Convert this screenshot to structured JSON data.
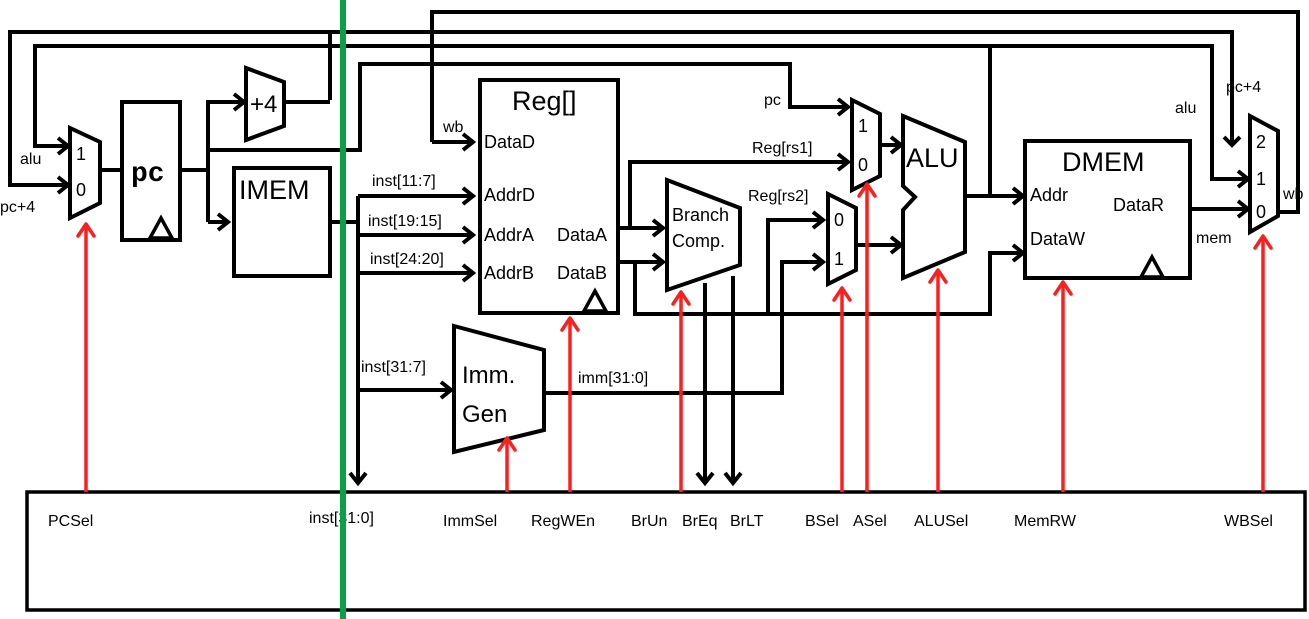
{
  "blocks": {
    "pc": "pc",
    "imem": "IMEM",
    "plus4": "+4",
    "regfile": "Reg[]",
    "alu": "ALU",
    "dmem": "DMEM",
    "branch_line1": "Branch",
    "branch_line2": "Comp.",
    "immgen_line1": "Imm.",
    "immgen_line2": "Gen"
  },
  "ports": {
    "dataD": "DataD",
    "addrD": "AddrD",
    "addrA": "AddrA",
    "addrB": "AddrB",
    "dataA": "DataA",
    "dataB": "DataB",
    "addr": "Addr",
    "dataW": "DataW",
    "dataR": "DataR"
  },
  "mux_inputs": {
    "pc_mux": [
      "1",
      "0"
    ],
    "a_mux": [
      "1",
      "0"
    ],
    "b_mux": [
      "0",
      "1"
    ],
    "wb_mux": [
      "2",
      "1",
      "0"
    ]
  },
  "signals": {
    "alu_left": "alu",
    "pc4_left": "pc+4",
    "wb_reg": "wb",
    "inst_11_7": "inst[11:7]",
    "inst_19_15": "inst[19:15]",
    "inst_24_20": "inst[24:20]",
    "inst_31_7": "inst[31:7]",
    "imm": "imm[31:0]",
    "pc_amux": "pc",
    "reg_rs1": "Reg[rs1]",
    "reg_rs2": "Reg[rs2]",
    "alu_right": "alu",
    "pc4_right": "pc+4",
    "wb_right": "wb",
    "mem": "mem"
  },
  "controls": {
    "pcsel": "PCSel",
    "inst": "inst[31:0]",
    "immsel": "ImmSel",
    "regwen": "RegWEn",
    "brun": "BrUn",
    "breq": "BrEq",
    "brlt": "BrLT",
    "bsel": "BSel",
    "asel": "ASel",
    "alusel": "ALUSel",
    "memrw": "MemRW",
    "wbsel": "WBSel"
  },
  "colors": {
    "wire": "#000000",
    "control": "#ff1e1e",
    "divider": "#0aa04a"
  }
}
